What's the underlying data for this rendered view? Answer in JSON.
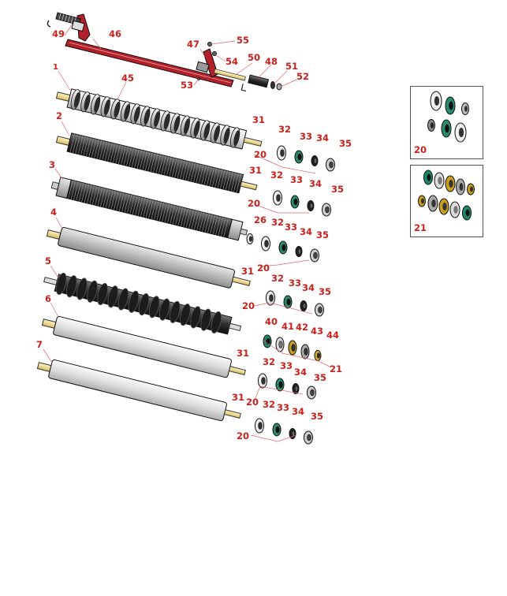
{
  "callouts": {
    "c1": "1",
    "c2": "2",
    "c3": "3",
    "c4": "4",
    "c5": "5",
    "c6": "6",
    "c7": "7",
    "c20": "20",
    "c21": "21",
    "c26": "26",
    "c31": "31",
    "c32": "32",
    "c33": "33",
    "c34": "34",
    "c35": "35",
    "c40": "40",
    "c41": "41",
    "c42": "42",
    "c43": "43",
    "c44": "44",
    "c45": "45",
    "c46": "46",
    "c47": "47",
    "c48": "48",
    "c49": "49",
    "c50": "50",
    "c51": "51",
    "c52": "52",
    "c53": "53",
    "c54": "54",
    "c55": "55"
  },
  "kits": {
    "kit20_label": "20",
    "kit21_label": "21"
  },
  "colors": {
    "callout_red": "#cc1f1a",
    "frame_red": "#b4202a",
    "shaft_yellow": "#f2dc8c",
    "seal_green": "#1a8a6a",
    "seal_gold": "#c8a020"
  }
}
